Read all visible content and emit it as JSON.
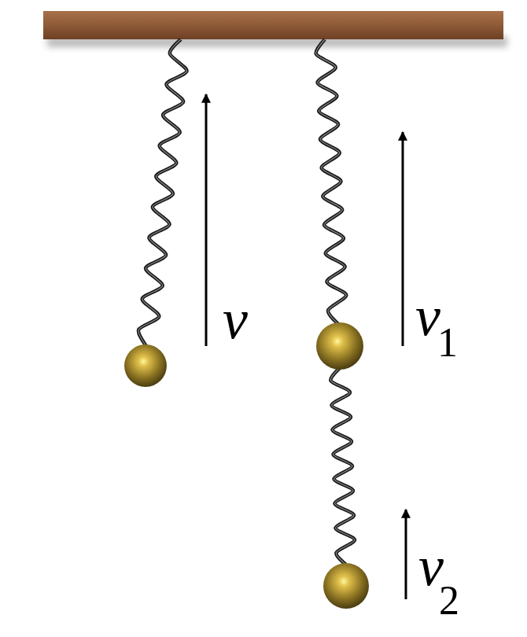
{
  "diagram": {
    "labels": [
      "v",
      "v",
      "1",
      "v",
      "2"
    ]
  }
}
